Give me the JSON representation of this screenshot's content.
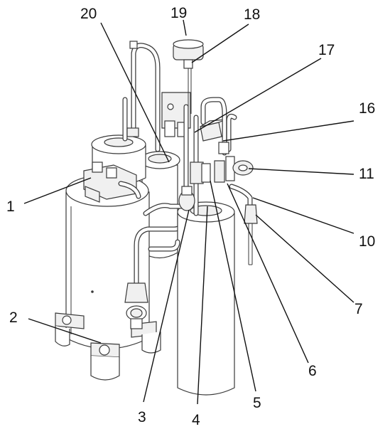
{
  "figure": {
    "callouts": [
      {
        "id": "1",
        "label": "1"
      },
      {
        "id": "2",
        "label": "2"
      },
      {
        "id": "3",
        "label": "3"
      },
      {
        "id": "4",
        "label": "4"
      },
      {
        "id": "5",
        "label": "5"
      },
      {
        "id": "6",
        "label": "6"
      },
      {
        "id": "7",
        "label": "7"
      },
      {
        "id": "10",
        "label": "10"
      },
      {
        "id": "11",
        "label": "11"
      },
      {
        "id": "16",
        "label": "16"
      },
      {
        "id": "17",
        "label": "17"
      },
      {
        "id": "18",
        "label": "18"
      },
      {
        "id": "19",
        "label": "19"
      },
      {
        "id": "20",
        "label": "20"
      }
    ]
  }
}
